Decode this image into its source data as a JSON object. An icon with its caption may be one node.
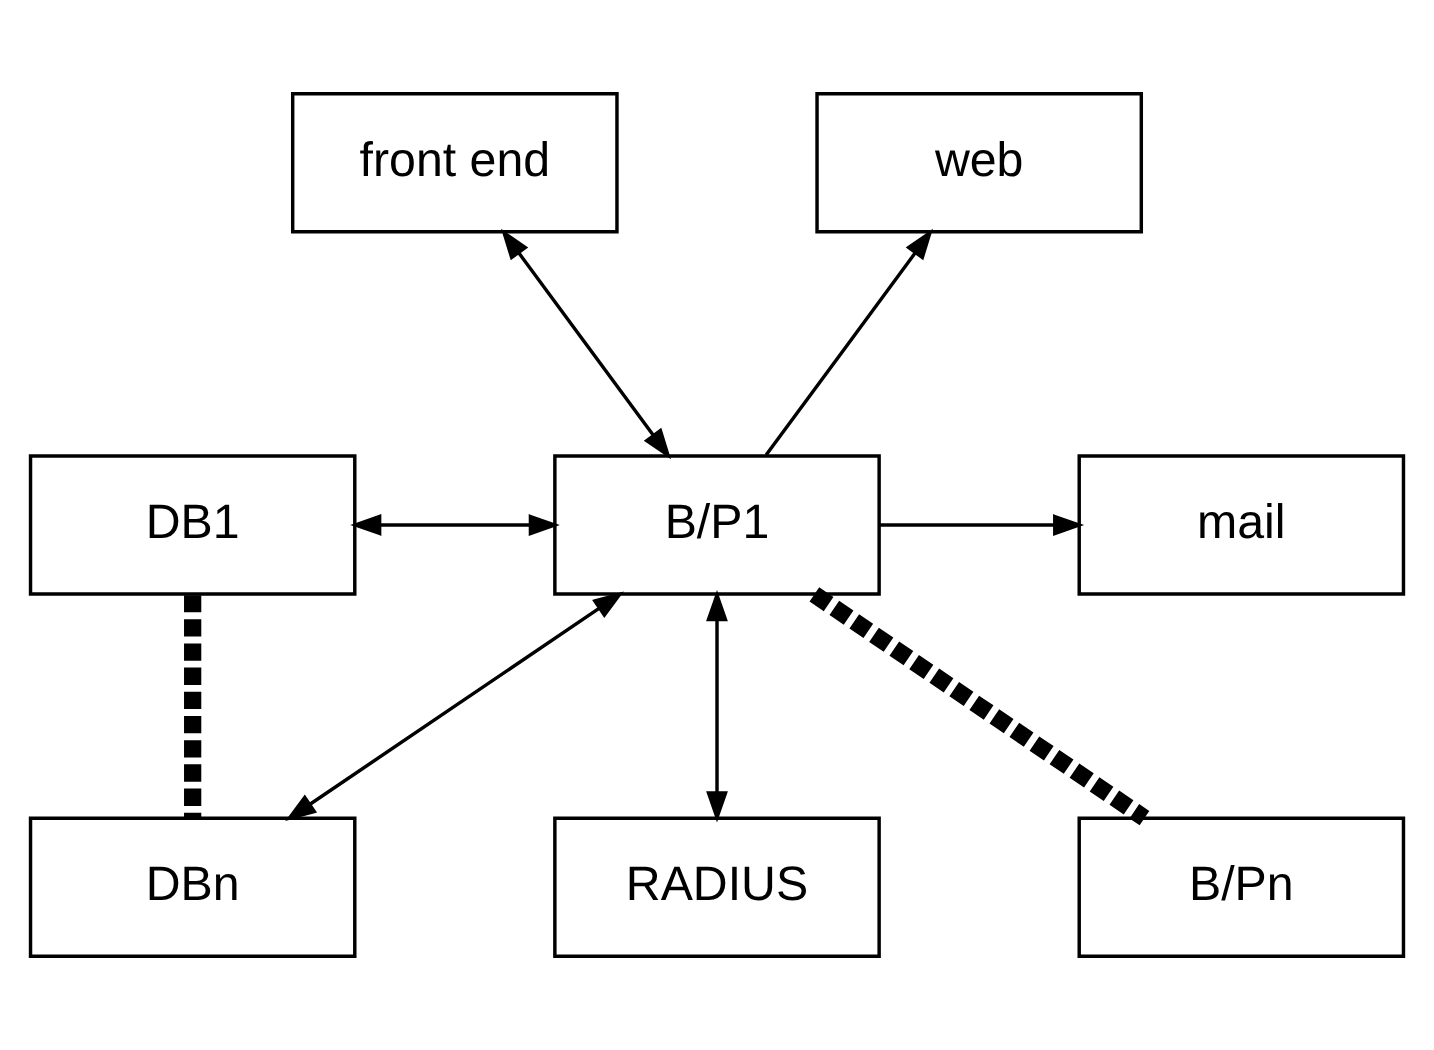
{
  "diagram": {
    "nodes": [
      {
        "text": [
          "front end"
        ]
      },
      {
        "text": [
          "web"
        ]
      },
      {
        "text": [
          "DB1"
        ]
      },
      {
        "text": [
          "B/P1"
        ]
      },
      {
        "text": [
          "mail"
        ]
      },
      {
        "text": [
          "DBn"
        ]
      },
      {
        "text": [
          "B/Pn"
        ]
      },
      {
        "text": [
          "RADIUS"
        ]
      }
    ],
    "edges": [
      {
        "from": 0,
        "to": 3,
        "arrow": "both"
      },
      {
        "from": 3,
        "to": 1,
        "arrow": "to"
      },
      {
        "from": 2,
        "to": 3,
        "arrow": "both"
      },
      {
        "from": 3,
        "to": 4,
        "arrow": "to"
      },
      {
        "from": 5,
        "to": 3,
        "arrow": "both"
      },
      {
        "from": 3,
        "to": 7,
        "arrow": "both"
      },
      {
        "from": 2,
        "to": 5,
        "arrow": "none",
        "style": "dashed"
      },
      {
        "from": 3,
        "to": 6,
        "arrow": "none",
        "style": "dashed"
      }
    ]
  }
}
